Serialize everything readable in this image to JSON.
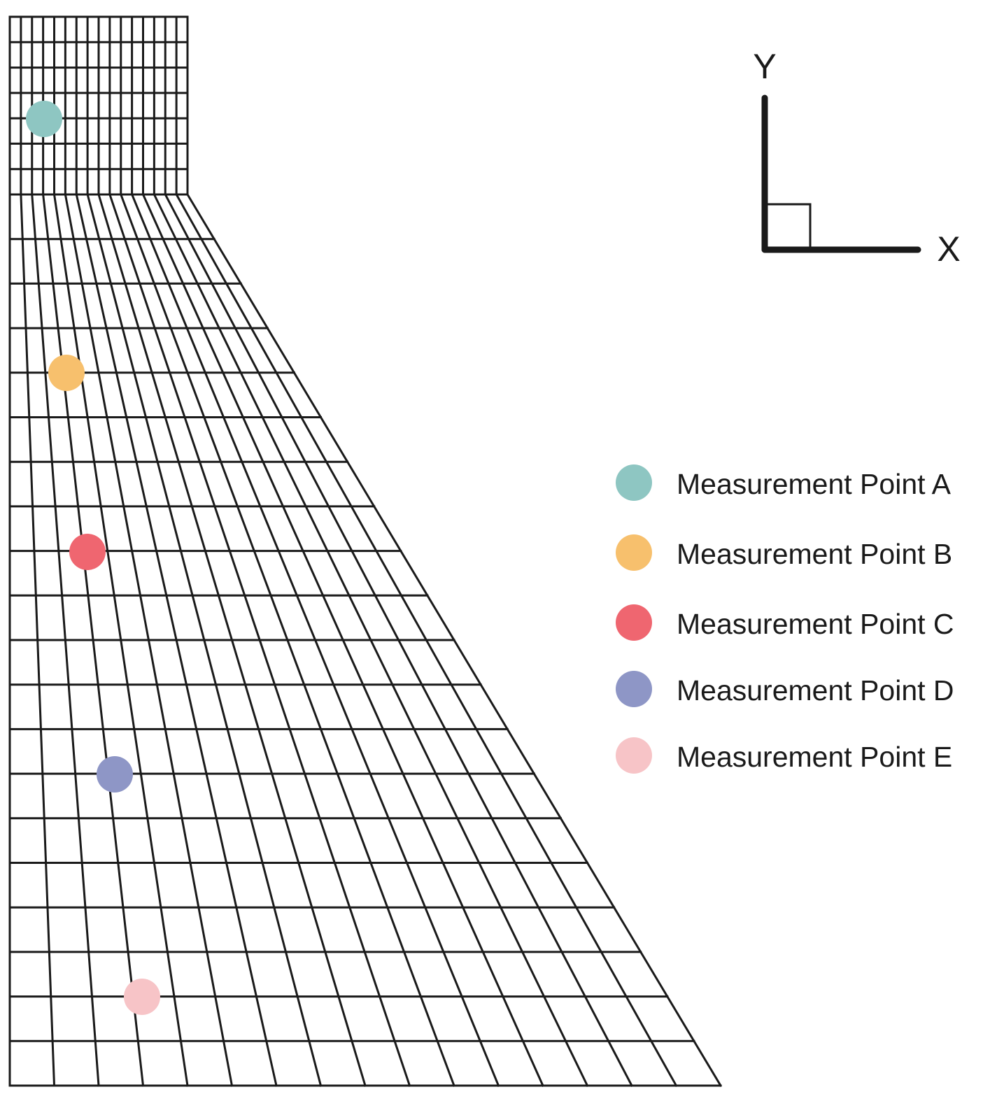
{
  "axes": {
    "x_label": "X",
    "y_label": "Y"
  },
  "legend": {
    "items": [
      {
        "id": "A",
        "label": "Measurement Point A",
        "color": "#8ec6c2"
      },
      {
        "id": "B",
        "label": "Measurement Point B",
        "color": "#f7c06d"
      },
      {
        "id": "C",
        "label": "Measurement Point C",
        "color": "#ef6670"
      },
      {
        "id": "D",
        "label": "Measurement Point D",
        "color": "#8e96c6"
      },
      {
        "id": "E",
        "label": "Measurement Point E",
        "color": "#f7c4c7"
      }
    ]
  },
  "colors": {
    "mesh_line": "#1a1a1a",
    "background": "#ffffff"
  }
}
